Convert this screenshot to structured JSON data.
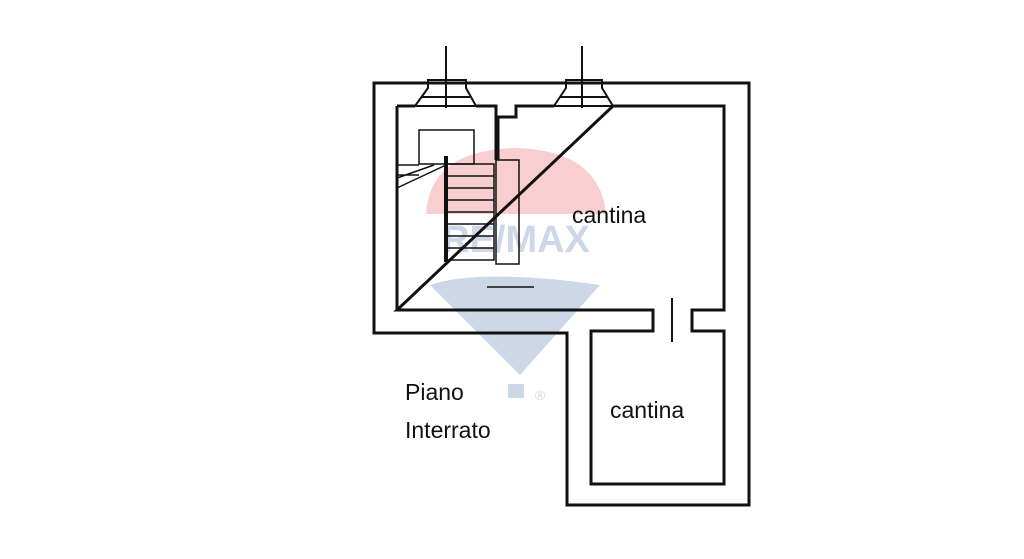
{
  "floorplan": {
    "rooms": [
      {
        "id": "cantina-main",
        "label": "cantina"
      },
      {
        "id": "cantina-lower",
        "label": "cantina"
      }
    ],
    "floor_label": {
      "line1": "Piano",
      "line2": "Interrato"
    },
    "watermark": {
      "brand": "RE/MAX",
      "registered": "®",
      "colors": {
        "balloon_top": "#e2232f",
        "balloon_bottom": "#1b4f9c"
      }
    },
    "colors": {
      "wall": "#111111",
      "background": "#ffffff"
    }
  }
}
